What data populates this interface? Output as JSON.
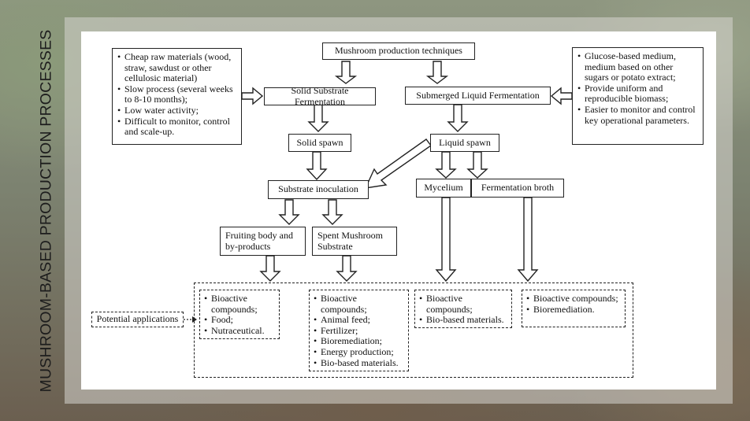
{
  "slide": {
    "vertical_title": "MUSHROOM-BASED PRODUCTION PROCESSES"
  },
  "diagram": {
    "root": "Mushroom production techniques",
    "solid": {
      "title": "Solid Substrate Fermentation",
      "notes": [
        "Cheap raw materials (wood, straw, sawdust or other cellulosic material)",
        "Slow process (several weeks to 8-10 months);",
        "Low water activity;",
        "Difficult to monitor, control and scale-up."
      ],
      "spawn": "Solid spawn",
      "inoculation": "Substrate inoculation",
      "fruiting": "Fruiting body and by-products",
      "spent": "Spent Mushroom Substrate"
    },
    "liquid": {
      "title": "Submerged Liquid Fermentation",
      "notes": [
        "Glucose-based medium, medium based on other sugars or potato extract;",
        "Provide uniform and reproducible biomass;",
        "Easier to monitor and control key operational parameters."
      ],
      "spawn": "Liquid spawn",
      "mycelium": "Mycelium",
      "broth": "Fermentation broth"
    },
    "applications_label": "Potential applications",
    "applications": {
      "fruiting": [
        "Bioactive compounds;",
        "Food;",
        "Nutraceutical."
      ],
      "spent": [
        "Bioactive compounds;",
        "Animal feed;",
        "Fertilizer;",
        "Bioremediation;",
        "Energy production;",
        "Bio-based materials."
      ],
      "mycelium": [
        "Bioactive compounds;",
        "Bio-based materials."
      ],
      "broth": [
        "Bioactive compounds;",
        "Bioremediation."
      ]
    }
  }
}
